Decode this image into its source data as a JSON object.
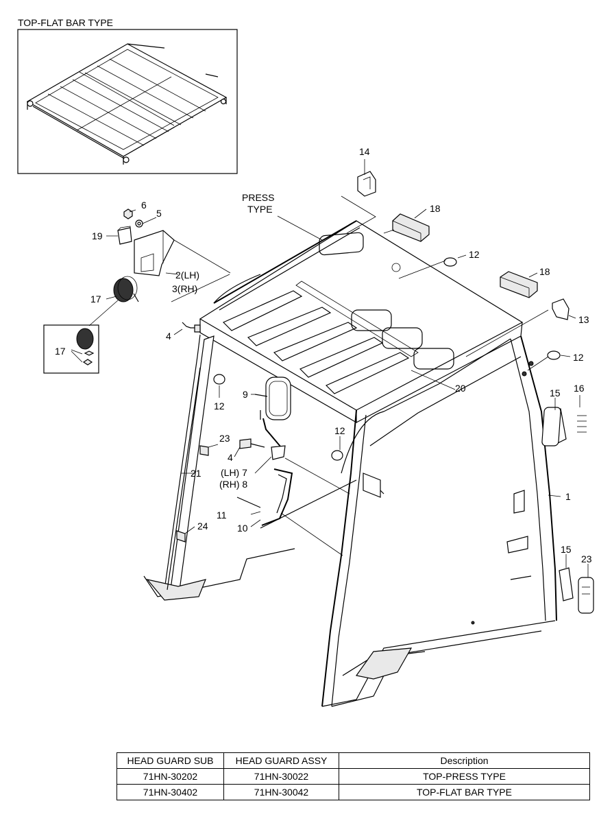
{
  "inset": {
    "title": "TOP-FLAT BAR TYPE"
  },
  "press_label": {
    "line1": "PRESS",
    "line2": "TYPE"
  },
  "callouts": [
    {
      "id": "c14",
      "text": "14"
    },
    {
      "id": "c6",
      "text": "6"
    },
    {
      "id": "c5",
      "text": "5"
    },
    {
      "id": "c18a",
      "text": "18"
    },
    {
      "id": "c19",
      "text": "19"
    },
    {
      "id": "c12a",
      "text": "12"
    },
    {
      "id": "c2",
      "text": "2(LH)"
    },
    {
      "id": "c3",
      "text": "3(RH)"
    },
    {
      "id": "c18b",
      "text": "18"
    },
    {
      "id": "c17a",
      "text": "17"
    },
    {
      "id": "c13",
      "text": "13"
    },
    {
      "id": "c4a",
      "text": "4"
    },
    {
      "id": "c17b",
      "text": "17"
    },
    {
      "id": "c12b",
      "text": "12"
    },
    {
      "id": "c12c",
      "text": "12"
    },
    {
      "id": "c9",
      "text": "9"
    },
    {
      "id": "c20",
      "text": "20"
    },
    {
      "id": "c15a",
      "text": "15"
    },
    {
      "id": "c16",
      "text": "16"
    },
    {
      "id": "c23a",
      "text": "23"
    },
    {
      "id": "c12d",
      "text": "12"
    },
    {
      "id": "c4b",
      "text": "4"
    },
    {
      "id": "c7",
      "text": "(LH) 7"
    },
    {
      "id": "c21",
      "text": "21"
    },
    {
      "id": "c8",
      "text": "(RH) 8"
    },
    {
      "id": "c1",
      "text": "1"
    },
    {
      "id": "c11",
      "text": "11"
    },
    {
      "id": "c10",
      "text": "10"
    },
    {
      "id": "c24",
      "text": "24"
    },
    {
      "id": "c15b",
      "text": "15"
    },
    {
      "id": "c23b",
      "text": "23"
    }
  ],
  "table": {
    "headers": [
      "HEAD GUARD SUB",
      "HEAD GUARD ASSY",
      "Description"
    ],
    "rows": [
      [
        "71HN-30202",
        "71HN-30022",
        "TOP-PRESS TYPE"
      ],
      [
        "71HN-30402",
        "71HN-30042",
        "TOP-FLAT BAR TYPE"
      ]
    ]
  }
}
